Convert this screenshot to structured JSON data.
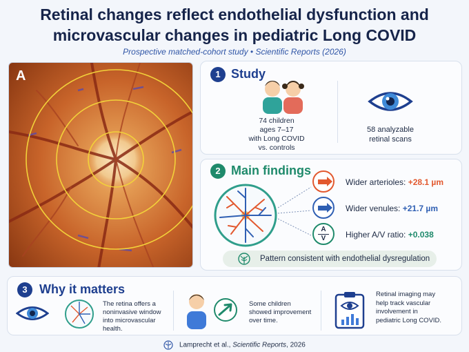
{
  "header": {
    "title_line1": "Retinal changes reflect endothelial dysfunction and",
    "title_line2": "microvascular changes in pediatric Long COVID",
    "subtitle": "Prospective matched-cohort study • Scientific Reports (2026)"
  },
  "panel_label": "A",
  "study": {
    "number": "1",
    "heading": "Study",
    "cohort_lines": [
      "74 children",
      "ages 7–17",
      "with Long COVID",
      "vs. controls"
    ],
    "scans_lines": [
      "58 analyzable",
      "retinal scans"
    ]
  },
  "findings": {
    "number": "2",
    "heading": "Main findings",
    "items": [
      {
        "label": "Wider arterioles:",
        "value": "+28.1 µm",
        "color": "#e2582e"
      },
      {
        "label": "Wider venules:",
        "value": "+21.7 µm",
        "color": "#2f5fb3"
      },
      {
        "label": "Higher A/V ratio:",
        "value": "+0.038",
        "color": "#1f8a6b"
      }
    ],
    "av_icon_top": "A",
    "av_icon_bottom": "V",
    "pattern": "Pattern consistent with endothelial dysregulation"
  },
  "why": {
    "number": "3",
    "heading": "Why it matters",
    "window_lines": [
      "The retina offers a",
      "noninvasive window",
      "into microvascular",
      "health."
    ],
    "improve_lines": [
      "Some children",
      "showed improvement",
      "over time."
    ],
    "imaging_lines": [
      "Retinal imaging may",
      "help track vascular",
      "involvement in",
      "pediatric Long COVID."
    ]
  },
  "footer": {
    "authors": "Lamprecht et al., ",
    "journal": "Scientific Reports",
    "year": ", 2026"
  },
  "colors": {
    "navy": "#16244a",
    "blue": "#2f55a6",
    "teal": "#1f8a6b",
    "artery": "#e2582e",
    "vein": "#2f5fb3"
  }
}
